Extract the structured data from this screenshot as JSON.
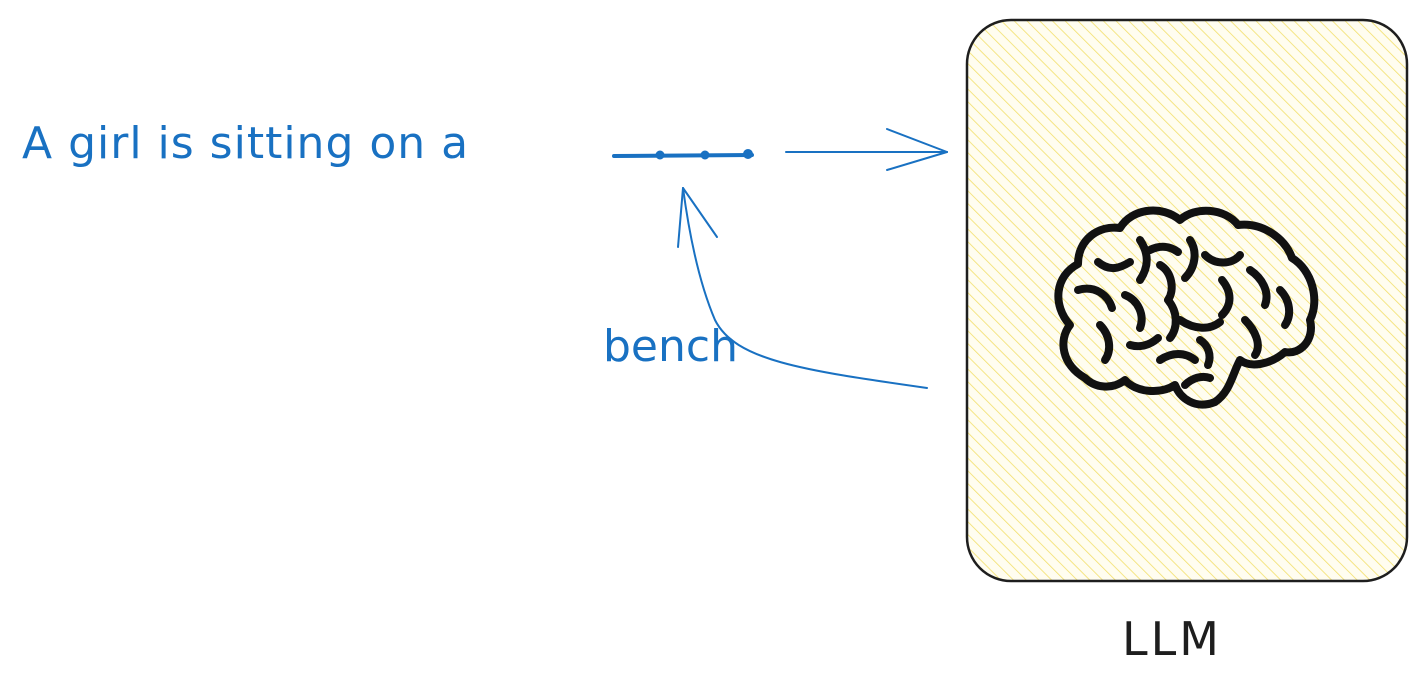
{
  "prompt": {
    "sentence": "A girl is sitting on a"
  },
  "answer": {
    "word": "bench"
  },
  "model": {
    "label": "LLM",
    "icon": "brain-icon"
  },
  "colors": {
    "text_blue": "#1971c2",
    "box_fill": "#f7ef9c",
    "box_stroke": "#1e1e1e",
    "label_dark": "#1e1e1e"
  }
}
